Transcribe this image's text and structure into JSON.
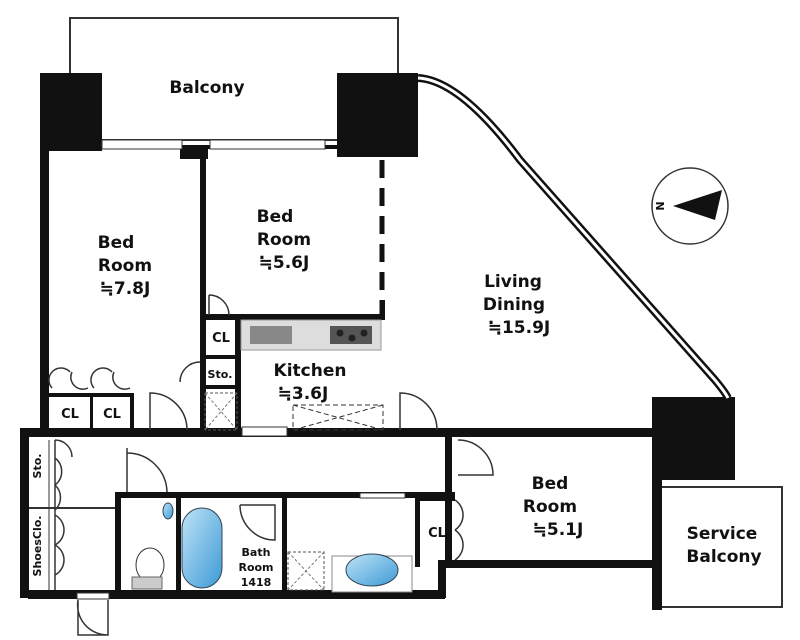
{
  "rooms": {
    "balcony": "Balcony",
    "bed1": {
      "line1": "Bed",
      "line2": "Room",
      "area": "≒7.8J"
    },
    "bed2": {
      "line1": "Bed",
      "line2": "Room",
      "area": "≒5.6J"
    },
    "living": {
      "line1": "Living",
      "line2": "Dining",
      "area": "≒15.9J"
    },
    "kitchen": {
      "line1": "Kitchen",
      "area": "≒3.6J"
    },
    "bed3": {
      "line1": "Bed",
      "line2": "Room",
      "area": "≒5.1J"
    },
    "service_balcony": {
      "line1": "Service",
      "line2": "Balcony"
    },
    "bath": {
      "line1": "Bath",
      "line2": "Room",
      "line3": "1418"
    }
  },
  "storage": {
    "cl_kitchen": "CL",
    "cl_bed1_a": "CL",
    "cl_bed1_b": "CL",
    "cl_bed3": "CL",
    "sto_kitchen": "Sto.",
    "sto_entry": "Sto.",
    "shoes": "ShoesClo."
  },
  "compass": {
    "label": "N"
  },
  "colors": {
    "wall": "#111111",
    "fixture_blue": "#5aaee0"
  }
}
